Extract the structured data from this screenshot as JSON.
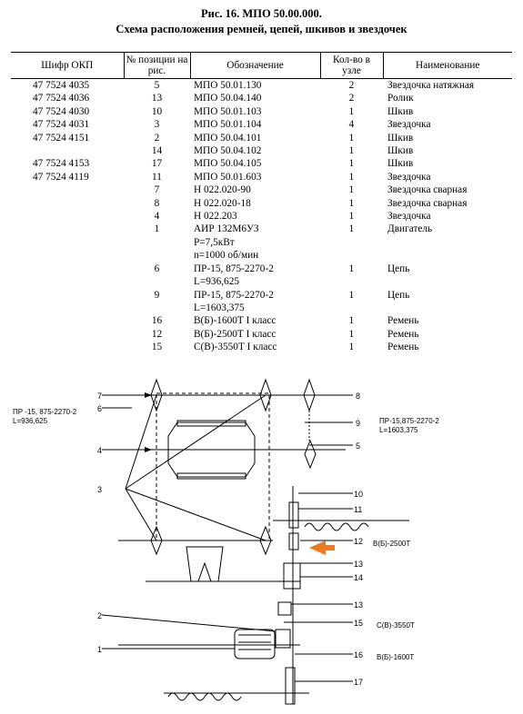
{
  "header": {
    "title": "Рис. 16. МПО 50.00.000.",
    "subtitle": "Схема расположения ремней, цепей, шкивов и звездочек"
  },
  "table": {
    "columns": [
      "Шифр ОКП",
      "№ позиции на рис.",
      "Обозначение",
      "Кол-во в узле",
      "Наименование"
    ],
    "rows": [
      {
        "code": "47 7524 4035",
        "pos": "5",
        "des": "МПО 50.01.130",
        "qty": "2",
        "name": "Звездочка натяжная"
      },
      {
        "code": "47 7524 4036",
        "pos": "13",
        "des": "МПО 50.04.140",
        "qty": "2",
        "name": "Ролик"
      },
      {
        "code": "47 7524 4030",
        "pos": "10",
        "des": "МПО 50.01.103",
        "qty": "1",
        "name": "Шкив"
      },
      {
        "code": "47 7524 4031",
        "pos": "3",
        "des": "МПО 50.01.104",
        "qty": "4",
        "name": "Звездочка"
      },
      {
        "code": "47 7524 4151",
        "pos": "2",
        "des": "МПО 50.04.101",
        "qty": "1",
        "name": "Шкив"
      },
      {
        "code": "",
        "pos": "14",
        "des": "МПО 50.04.102",
        "qty": "1",
        "name": "Шкив"
      },
      {
        "code": "47 7524 4153",
        "pos": "17",
        "des": "МПО 50.04.105",
        "qty": "1",
        "name": "Шкив"
      },
      {
        "code": "47 7524 4119",
        "pos": "11",
        "des": "МПО 50.01.603",
        "qty": "1",
        "name": "Звездочка"
      },
      {
        "code": "",
        "pos": "7",
        "des": "Н 022.020-90",
        "qty": "1",
        "name": "Звездочка сварная"
      },
      {
        "code": "",
        "pos": "8",
        "des": "Н 022.020-18",
        "qty": "1",
        "name": "Звездочка сварная"
      },
      {
        "code": "",
        "pos": "4",
        "des": "Н 022.203",
        "qty": "1",
        "name": "Звездочка"
      },
      {
        "code": "",
        "pos": "1",
        "des": "АИР 132М6УЗ",
        "qty": "1",
        "name": "Двигатель"
      },
      {
        "code": "",
        "pos": "",
        "des": "Р=7,5кВт",
        "qty": "",
        "name": ""
      },
      {
        "code": "",
        "pos": "",
        "des": "n=1000 об/мин",
        "qty": "",
        "name": ""
      },
      {
        "code": "",
        "pos": "6",
        "des": "ПР-15, 875-2270-2",
        "qty": "1",
        "name": "Цепь",
        "mid": true
      },
      {
        "code": "",
        "pos": "",
        "des": "L=936,625",
        "qty": "",
        "name": ""
      },
      {
        "code": "",
        "pos": "9",
        "des": "ПР-15, 875-2270-2",
        "qty": "1",
        "name": "Цепь",
        "mid": true
      },
      {
        "code": "",
        "pos": "",
        "des": "L=1603,375",
        "qty": "",
        "name": ""
      },
      {
        "code": "",
        "pos": "16",
        "des": "В(Б)-1600Т    I класс",
        "qty": "1",
        "name": "Ремень"
      },
      {
        "code": "",
        "pos": "12",
        "des": "В(Б)-2500Т    I класс",
        "qty": "1",
        "name": "Ремень"
      },
      {
        "code": "",
        "pos": "15",
        "des": "С(В)-3550Т    I класс",
        "qty": "1",
        "name": "Ремень"
      }
    ]
  },
  "diagram": {
    "chain_left": [
      "ПР -15, 875-2270-2",
      "L=936,625"
    ],
    "chain_right": [
      "ПР-15,875-2270-2",
      "L=1603,375"
    ],
    "belt_12": "В(Б)-2500Т",
    "belt_15": "С(В)-3550Т",
    "belt_16": "В(Б)-1600Т",
    "labels": {
      "n1": "1",
      "n2": "2",
      "n3": "3",
      "n4": "4",
      "n5": "5",
      "n6": "6",
      "n7": "7",
      "n8": "8",
      "n9": "9",
      "n10": "10",
      "n11": "11",
      "n12": "12",
      "n13a": "13",
      "n13b": "13",
      "n14": "14",
      "n15": "15",
      "n16": "16",
      "n17": "17"
    },
    "arrow_color": "#f07a1e"
  }
}
